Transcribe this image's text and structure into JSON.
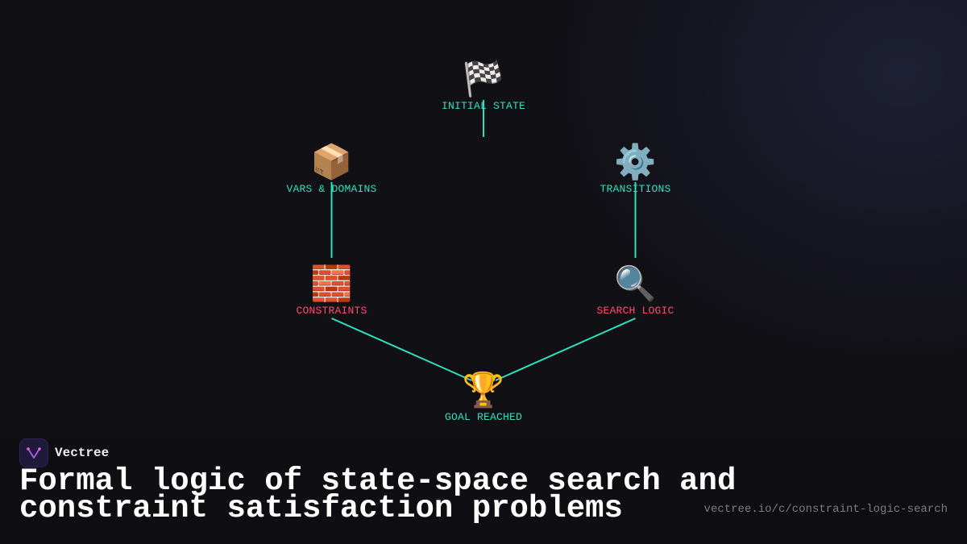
{
  "diagram": {
    "edge_color": "#2de0c0",
    "nodes": [
      {
        "id": "initial",
        "icon": "checkered-flag-icon",
        "glyph": "🏁",
        "label": "INITIAL STATE",
        "color": "#2de0c0"
      },
      {
        "id": "vars",
        "icon": "package-icon",
        "glyph": "📦",
        "label": "VARS & DOMAINS",
        "color": "#2de0c0"
      },
      {
        "id": "transitions",
        "icon": "gear-icon",
        "glyph": "⚙️",
        "label": "TRANSITIONS",
        "color": "#2de0c0"
      },
      {
        "id": "constraints",
        "icon": "brick-wall-icon",
        "glyph": "🧱",
        "label": "CONSTRAINTS",
        "color": "#ff4a6e"
      },
      {
        "id": "search",
        "icon": "magnifier-icon",
        "glyph": "🔍",
        "label": "SEARCH LOGIC",
        "color": "#ff4a6e"
      },
      {
        "id": "goal",
        "icon": "trophy-icon",
        "glyph": "🏆",
        "label": "GOAL REACHED",
        "color": "#2de0c0"
      }
    ],
    "edges": [
      [
        "vars",
        "constraints"
      ],
      [
        "transitions",
        "search"
      ],
      [
        "constraints",
        "goal"
      ],
      [
        "search",
        "goal"
      ]
    ]
  },
  "brand": {
    "name": "Vectree",
    "logo_color": "#a259e8"
  },
  "title": {
    "line1": "Formal logic of state-space search and",
    "line2": "constraint satisfaction problems"
  },
  "url": "vectree.io/c/constraint-logic-search"
}
